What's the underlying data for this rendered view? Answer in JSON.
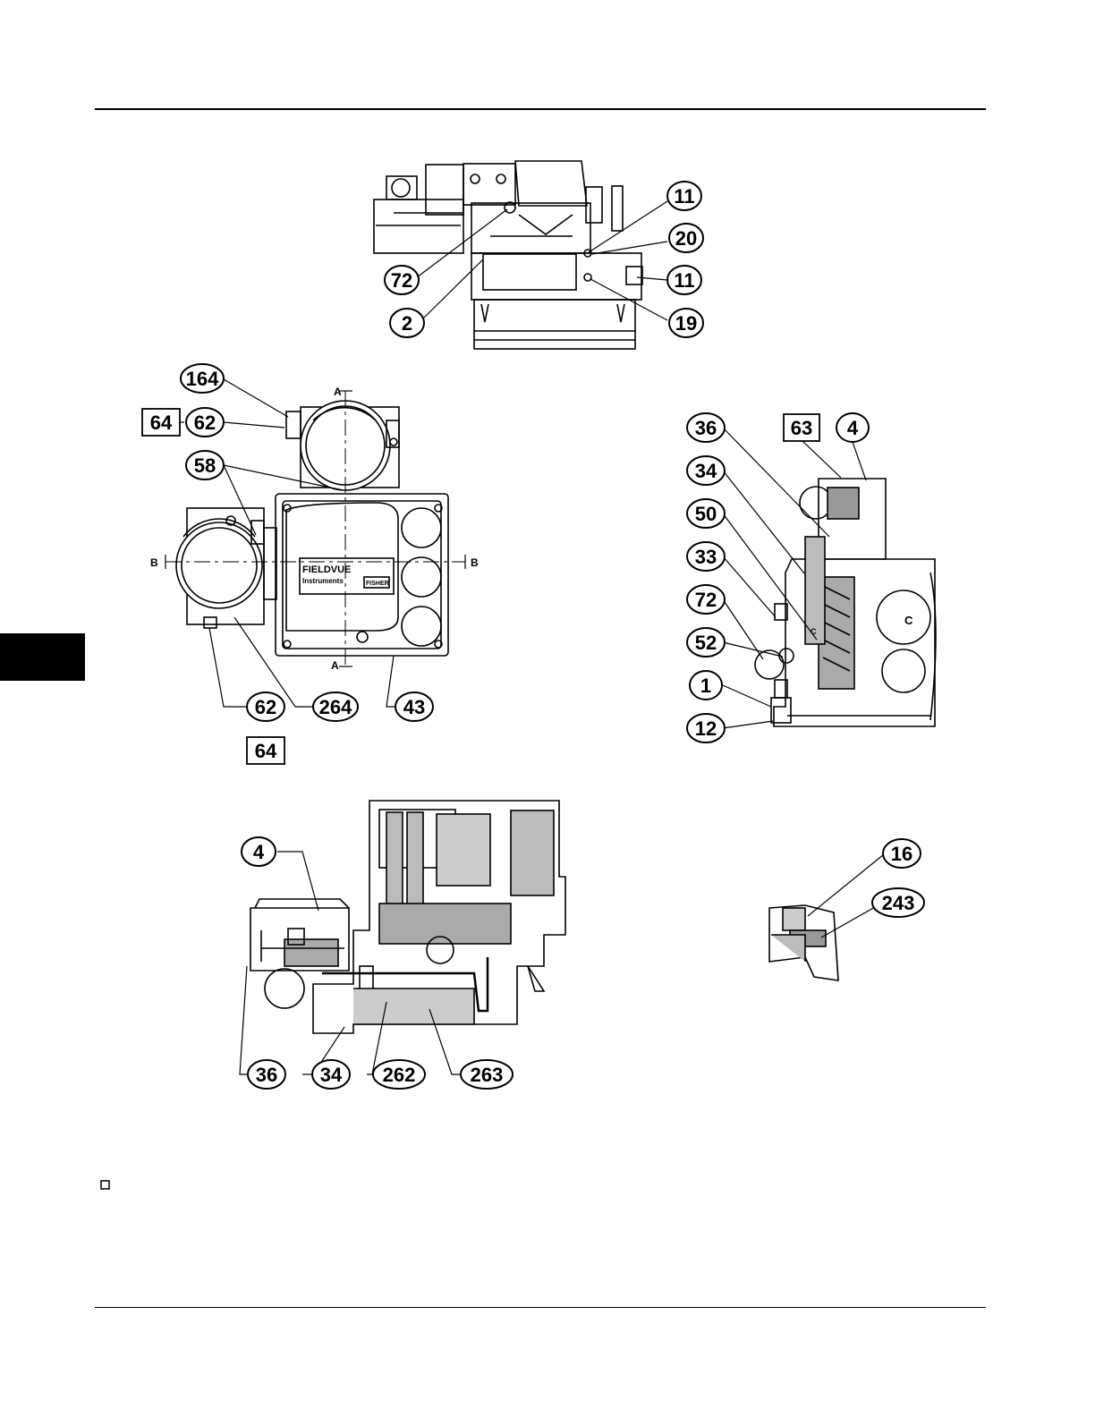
{
  "callouts": {
    "c11a": "11",
    "c20": "20",
    "c11b": "11",
    "c19": "19",
    "c72a": "72",
    "c2": "2",
    "c164": "164",
    "c62a": "62",
    "c64a": "64",
    "c58": "58",
    "c62b": "62",
    "c64b": "64",
    "c264": "264",
    "c43": "43",
    "c36a": "36",
    "c63": "63",
    "c4a": "4",
    "c34a": "34",
    "c50": "50",
    "c33": "33",
    "c72b": "72",
    "c52": "52",
    "c1": "1",
    "c12": "12",
    "c4b": "4",
    "c36b": "36",
    "c34b": "34",
    "c262": "262",
    "c263": "263",
    "c16": "16",
    "c243": "243"
  },
  "section_labels": {
    "a_top": "A",
    "a_bottom": "A",
    "b_left": "B",
    "b_right": "B",
    "c1": "C",
    "c2": "C"
  },
  "nameplate": {
    "brand": "FIELDVUE",
    "sub": "Instruments",
    "badge": "FISHER"
  }
}
